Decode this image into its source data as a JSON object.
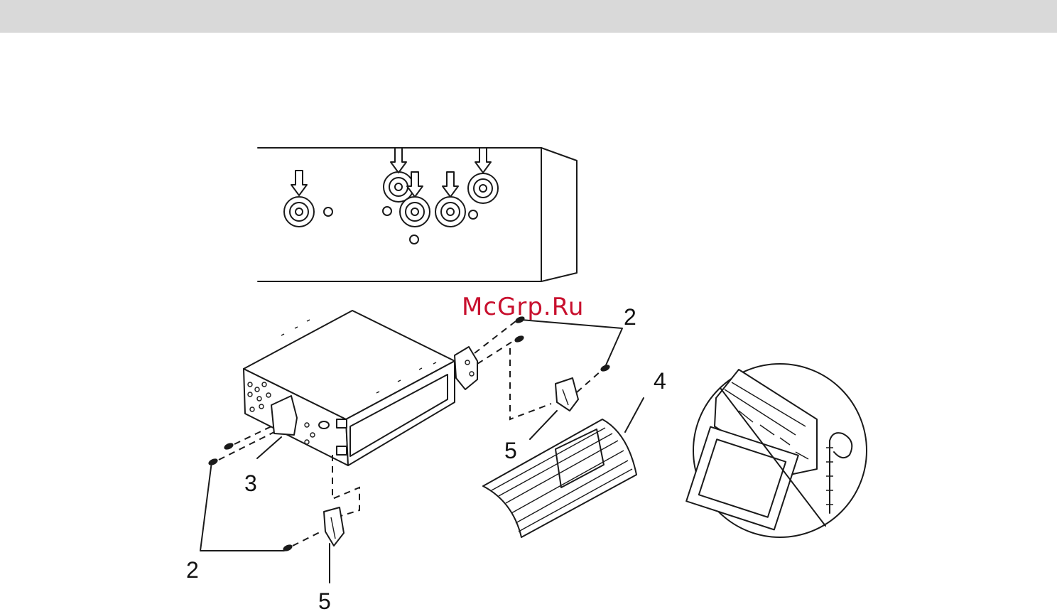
{
  "watermark": "McGrp.Ru",
  "callouts": {
    "screw_top_right": "2",
    "screw_bottom_left": "2",
    "rear_panel_bracket": "3",
    "trim_frame": "4",
    "release_key_right": "5",
    "release_key_bottom": "5"
  },
  "colors": {
    "line": "#1a1a1a",
    "watermark": "#c8102e",
    "top_bar": "#d9d9d9"
  }
}
